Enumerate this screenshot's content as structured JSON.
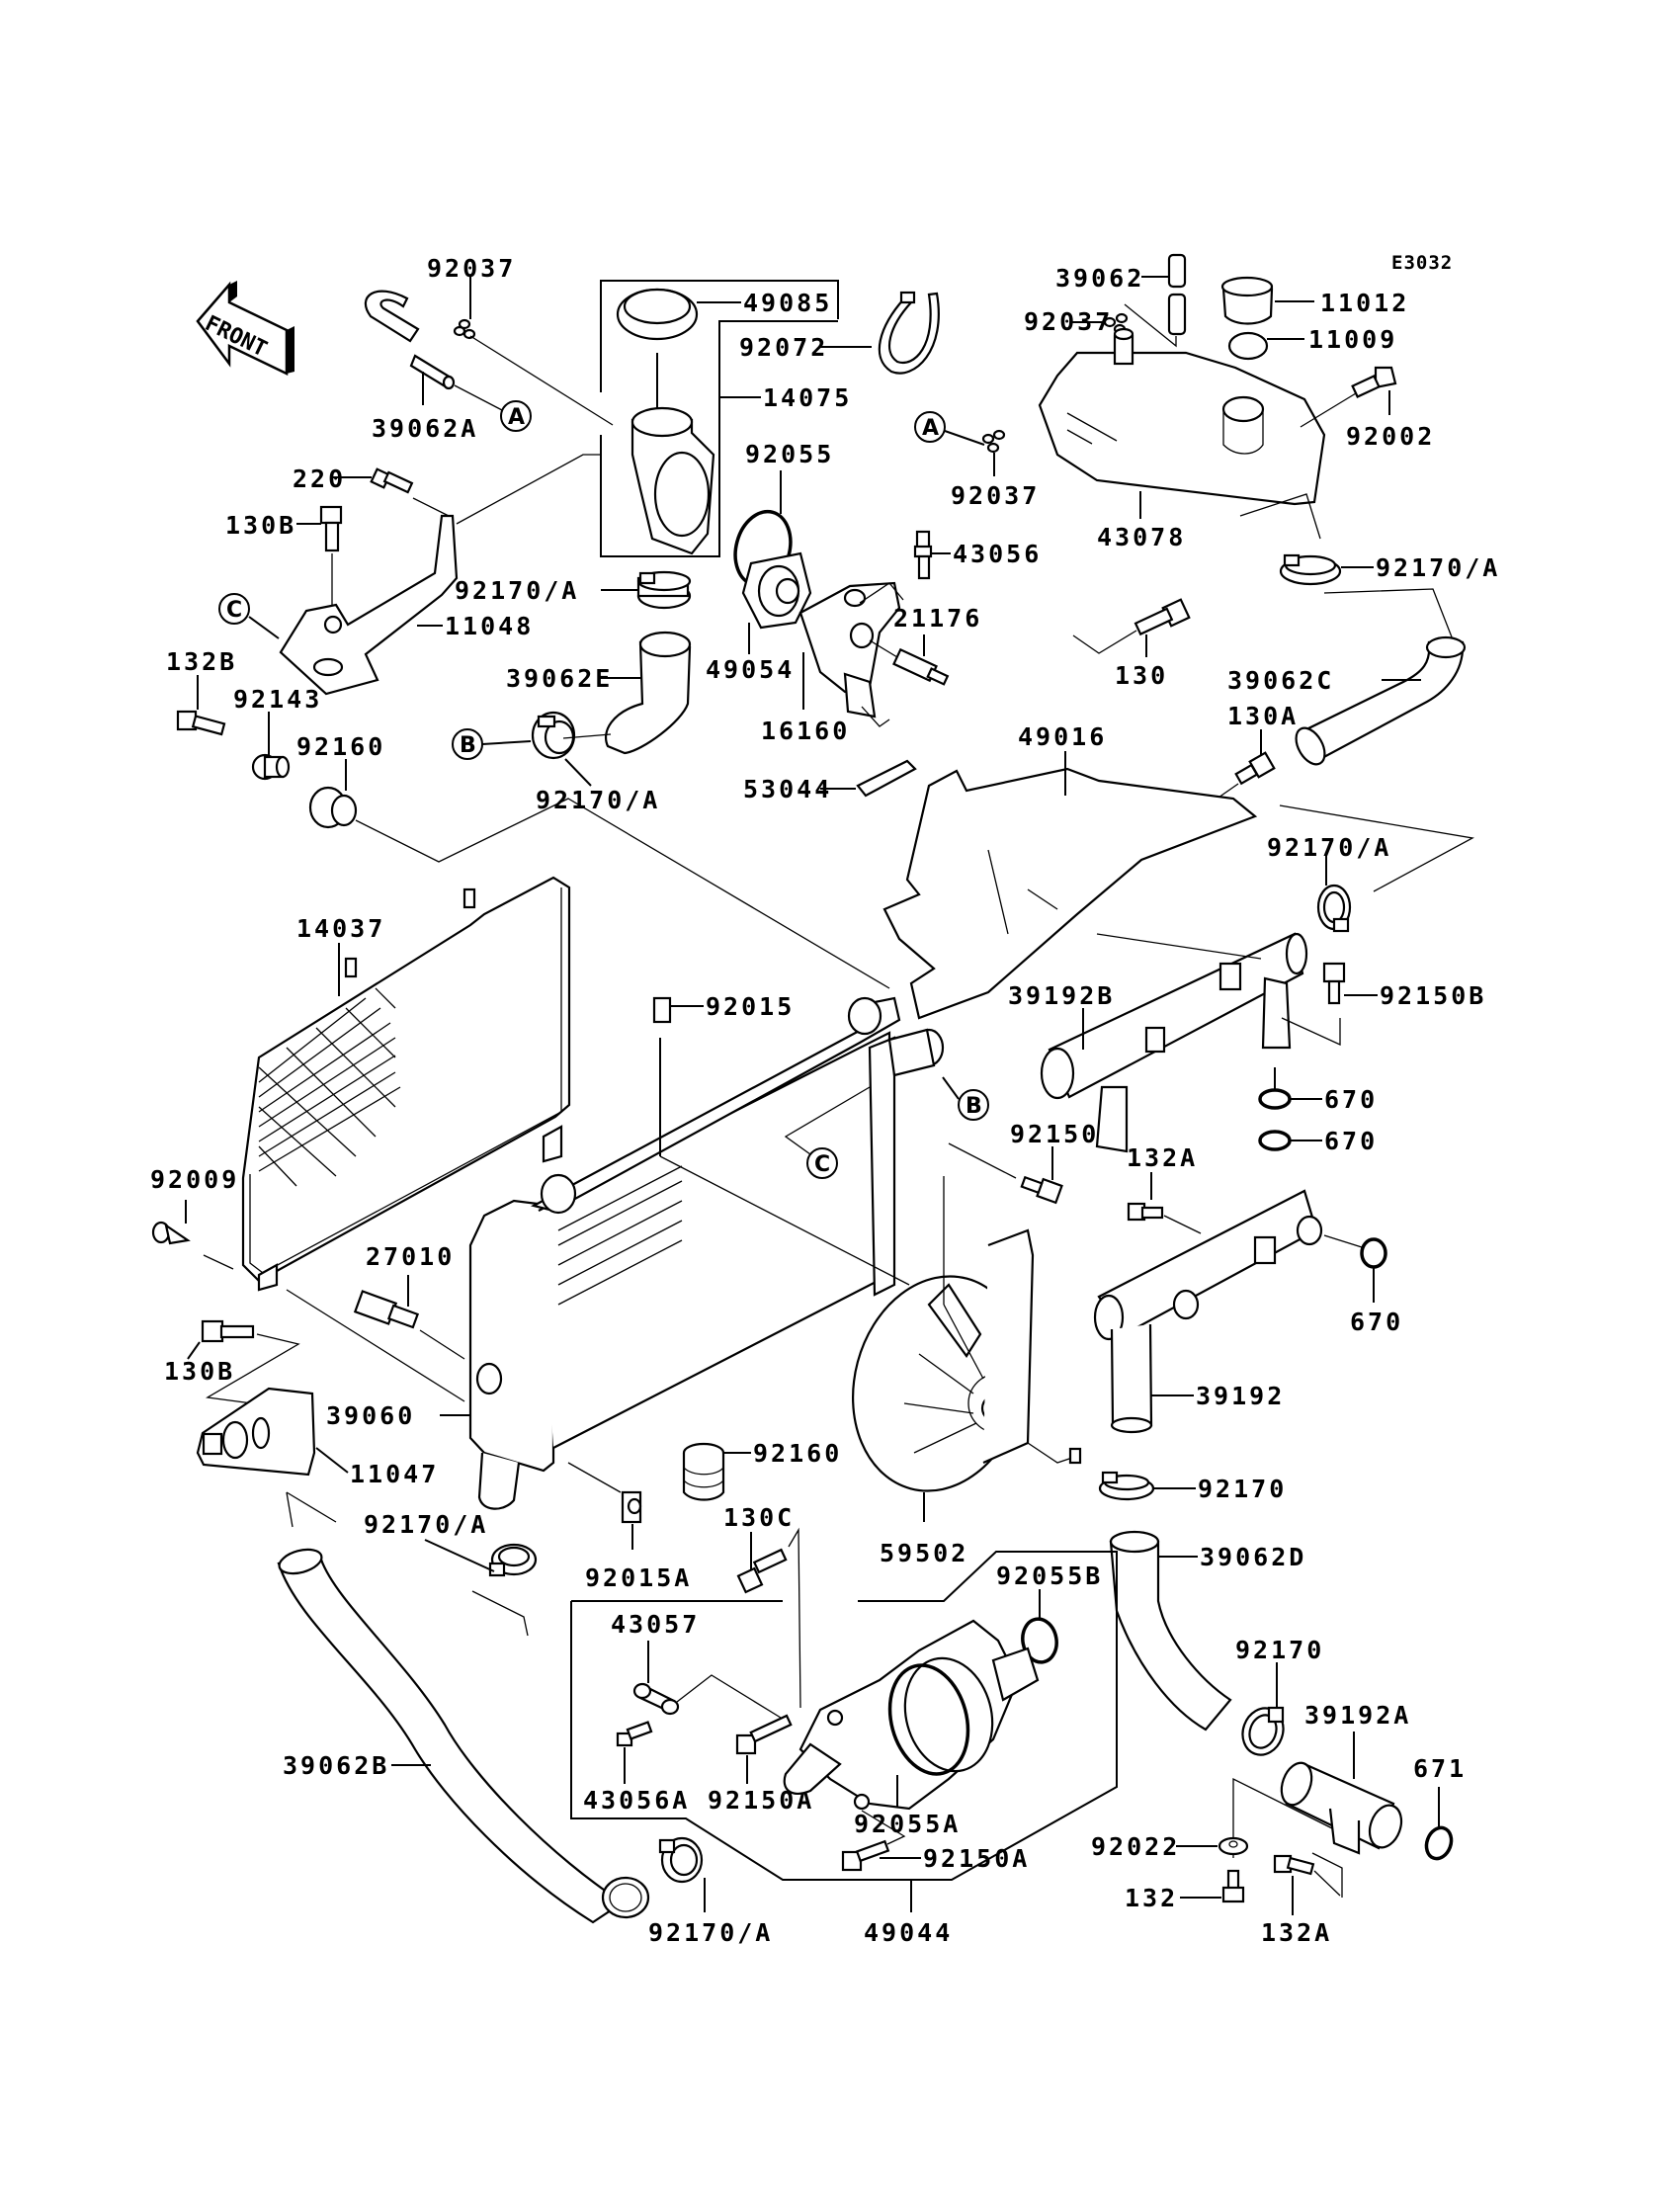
{
  "diagram": {
    "title": "Radiator / Cooling System Parts Diagram",
    "code": "E3032",
    "front_label": "FRONT",
    "callouts": {
      "a": "A",
      "b": "B",
      "c": "C"
    },
    "parts": {
      "p92037_left": "92037",
      "p39062A": "39062A",
      "p49085": "49085",
      "p92072": "92072",
      "p14075": "14075",
      "p39062_top": "39062",
      "p92037_right": "92037",
      "p11012": "11012",
      "p11009": "11009",
      "p92002": "92002",
      "p43078": "43078",
      "p92037_mid": "92037",
      "p220": "220",
      "p130B_top": "130B",
      "p11048": "11048",
      "p132B": "132B",
      "p92143": "92143",
      "p92160_top": "92160",
      "p92170A_1": "92170/A",
      "p39062E": "39062E",
      "p92170A_2": "92170/A",
      "p92055": "92055",
      "p49054": "49054",
      "p43056": "43056",
      "p21176": "21176",
      "p16160": "16160",
      "p130": "130",
      "p92170A_3": "92170/A",
      "p39062C": "39062C",
      "p49016": "49016",
      "p53044": "53044",
      "p130A": "130A",
      "p92170A_4": "92170/A",
      "p92150B": "92150B",
      "p39192B": "39192B",
      "p670_1": "670",
      "p670_2": "670",
      "p670_3": "670",
      "p14037": "14037",
      "p92015": "92015",
      "p92150": "92150",
      "p132A_top": "132A",
      "p92009": "92009",
      "p27010": "27010",
      "p130B_low": "130B",
      "p39060": "39060",
      "p11047": "11047",
      "p39192": "39192",
      "p92160_low": "92160",
      "p92170_1": "92170",
      "p92170A_5": "92170/A",
      "p92015A": "92015A",
      "p130C": "130C",
      "p59502": "59502",
      "p39062D": "39062D",
      "p92055B": "92055B",
      "p43057": "43057",
      "p92170_2": "92170",
      "p39192A": "39192A",
      "p39062B": "39062B",
      "p43056A": "43056A",
      "p92150A_1": "92150A",
      "p92055A": "92055A",
      "p671": "671",
      "p92022": "92022",
      "p92150A_2": "92150A",
      "p132": "132",
      "p132A_low": "132A",
      "p92170A_6": "92170/A",
      "p49044": "49044"
    }
  }
}
